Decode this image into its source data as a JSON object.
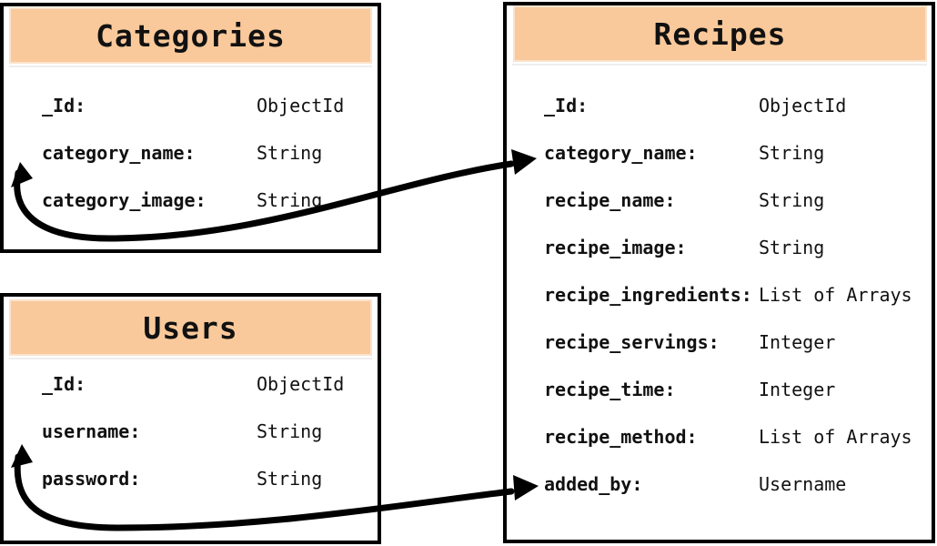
{
  "tables": {
    "categories": {
      "title": "Categories",
      "fields": [
        {
          "name": "_Id",
          "type": "ObjectId"
        },
        {
          "name": "category_name",
          "type": "String"
        },
        {
          "name": "category_image",
          "type": "String"
        }
      ]
    },
    "users": {
      "title": "Users",
      "fields": [
        {
          "name": "_Id",
          "type": "ObjectId"
        },
        {
          "name": "username",
          "type": "String"
        },
        {
          "name": "password",
          "type": "String"
        }
      ]
    },
    "recipes": {
      "title": "Recipes",
      "fields": [
        {
          "name": "_Id",
          "type": "ObjectId"
        },
        {
          "name": "category_name",
          "type": "String"
        },
        {
          "name": "recipe_name",
          "type": "String"
        },
        {
          "name": "recipe_image",
          "type": "String"
        },
        {
          "name": "recipe_ingredients",
          "type": "List of Arrays"
        },
        {
          "name": "recipe_servings",
          "type": "Integer"
        },
        {
          "name": "recipe_time",
          "type": "Integer"
        },
        {
          "name": "recipe_method",
          "type": "List of Arrays"
        },
        {
          "name": "added_by",
          "type": "Username"
        }
      ]
    }
  },
  "relations": [
    {
      "from": "categories.category_name",
      "to": "recipes.category_name"
    },
    {
      "from": "users.username",
      "to": "recipes.added_by"
    }
  ],
  "colors": {
    "header_fill": "#f9c99b",
    "border": "#000000",
    "arrow": "#000000"
  }
}
